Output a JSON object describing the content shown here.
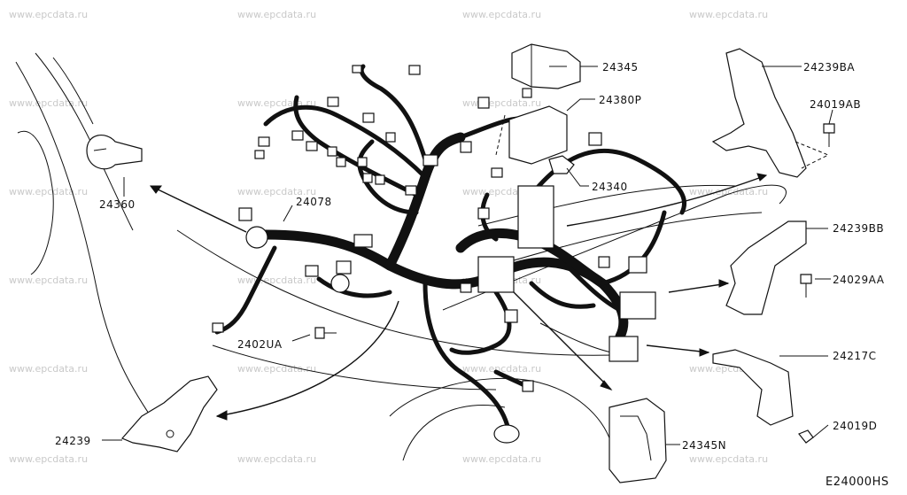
{
  "watermark": "www.epcdata.ru",
  "diagram_code": "E24000HS",
  "labels": {
    "p24345": "24345",
    "p24380P": "24380P",
    "p24239BA": "24239BA",
    "p24019AB": "24019AB",
    "p24360": "24360",
    "p24078": "24078",
    "p24340": "24340",
    "p24239BB": "24239BB",
    "p24029AA": "24029AA",
    "p2402UA": "2402UA",
    "p24217C": "24217C",
    "p24239": "24239",
    "p24345N": "24345N",
    "p24019D": "24019D"
  }
}
